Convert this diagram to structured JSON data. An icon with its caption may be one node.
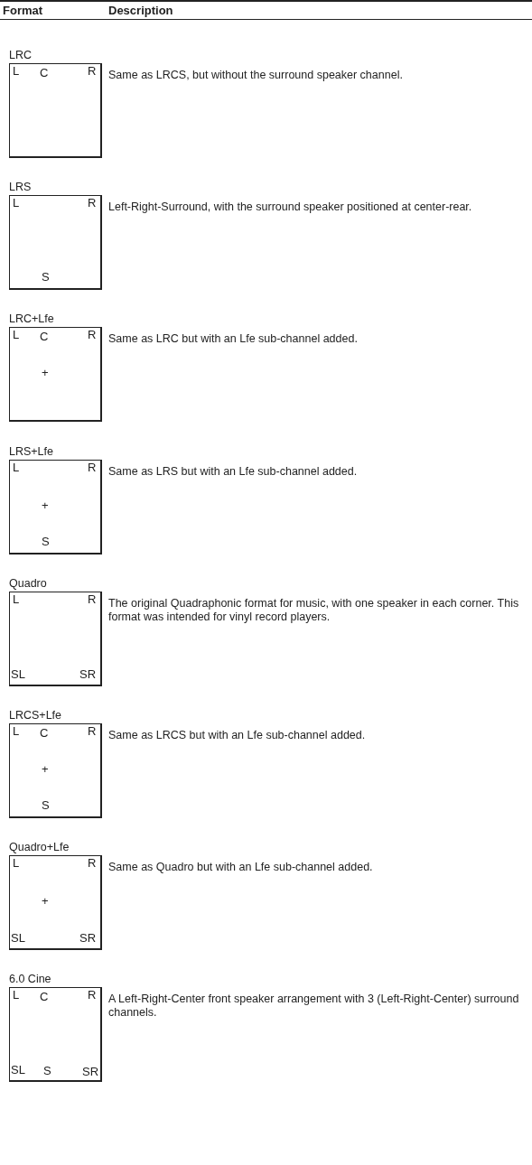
{
  "diagram": {
    "nodes": [
      {
        "text": [
          "LRC",
          "L",
          "C",
          "R"
        ],
        "beside": [
          "Same as LRCS, but without the surround speaker channel."
        ]
      },
      {
        "text": [
          "LRS",
          "L",
          "R",
          "S"
        ],
        "beside": [
          "Left-Right-Surround, with the surround speaker positioned at center-rear."
        ]
      },
      {
        "text": [
          "LRC+Lfe",
          "L",
          "C",
          "R",
          "+"
        ],
        "beside": [
          "Same as LRC but with an Lfe sub-channel added."
        ]
      },
      {
        "text": [
          "LRS+Lfe",
          "L",
          "R",
          "+",
          "S"
        ],
        "beside": [
          "Same as LRS but with an Lfe sub-channel added."
        ]
      },
      {
        "text": [
          "Quadro",
          "L",
          "R",
          "SL",
          "SR"
        ],
        "beside": [
          "The original Quadraphonic format for music, with one speaker in each corner. This format was intended for vinyl record players."
        ]
      },
      {
        "text": [
          "LRCS+Lfe",
          "L",
          "C",
          "R",
          "+",
          "S"
        ],
        "beside": [
          "Same as LRCS but with an Lfe sub-channel added."
        ]
      },
      {
        "text": [
          "Quadro+Lfe",
          "L",
          "R",
          "+",
          "SL",
          "SR"
        ],
        "beside": [
          "Same as Quadro but with an Lfe sub-channel added."
        ]
      },
      {
        "text": [
          "6.0 Cine",
          "L",
          "C",
          "R",
          "SL",
          "S",
          "SR"
        ],
        "beside": [
          "A Left-Right-Center front speaker arrangement with 3 (Left-Right-Center) surround channels."
        ]
      }
    ],
    "labels": [
      "Format",
      "Description"
    ]
  }
}
